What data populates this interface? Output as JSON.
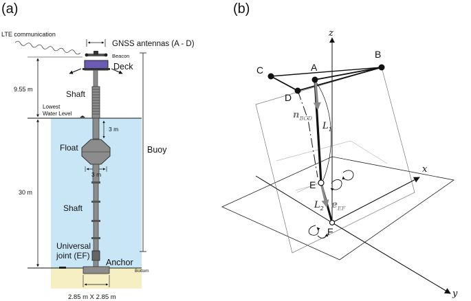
{
  "panel_a": {
    "panel_label": "(a)",
    "lte": "LTE communication",
    "gnss": "GNSS antennas (A - D)",
    "beacon": "Beacon",
    "deck": "Deck",
    "height_top": "9.55 m",
    "shaft_upper": "Shaft",
    "lowest_water": [
      "Lowest",
      "Water Level"
    ],
    "three_m_vertical": "3 m",
    "float": "Float",
    "buoy": "Buoy",
    "three_m_horizontal": "3 m",
    "height_main": "30 m",
    "shaft_lower": "Shaft",
    "universal_joint": [
      "Universal",
      "joint (EF)"
    ],
    "anchor": "Anchor",
    "bottom": "Bottom",
    "base_size": "2.85 m X 2.85 m",
    "colors": {
      "water": "#c8e6f6",
      "seabed": "#f6efc4",
      "structure": "#8c8c8c",
      "deck": "#6b5bb5"
    }
  },
  "panel_b": {
    "panel_label": "(b)",
    "axis_z": "z",
    "axis_x": "x",
    "axis_y": "y",
    "point_a": "A",
    "point_b": "B",
    "point_c": "C",
    "point_d": "D",
    "point_e": "E",
    "point_f": "F",
    "normal_main": "n",
    "normal_sub": "BCD",
    "l1_main": "L",
    "l1_sub": "1",
    "l2_main": "L",
    "l2_sub": "2",
    "e_main": "e",
    "e_sub": "EF",
    "colors": {
      "vector": "#8a8a8a",
      "points": "#111111"
    }
  }
}
